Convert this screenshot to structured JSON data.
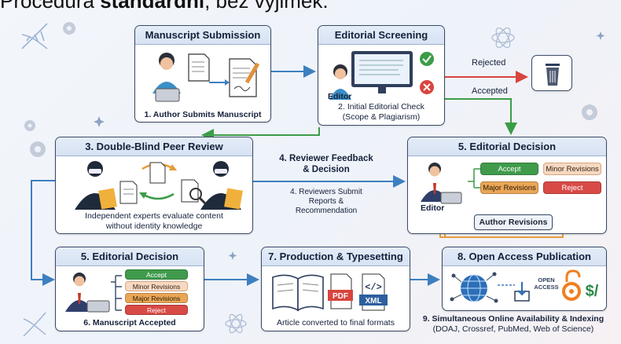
{
  "header": {
    "prefix": "Procedura ",
    "bold": "standardní",
    "suffix": ", bez výjimek."
  },
  "stage_submission": {
    "title": "Manuscript Submission",
    "caption": "1. Author Submits Manuscript"
  },
  "stage_screening": {
    "title": "Editorial Screening",
    "editor_label": "Editor",
    "caption_line1": "2. Initial Editorial Check",
    "caption_line2": "(Scope & Plagiarism)"
  },
  "branch": {
    "rejected": "Rejected",
    "accepted": "Accepted"
  },
  "stage_review": {
    "title": "3. Double-Blind Peer Review",
    "caption_line1": "Independent experts evaluate content",
    "caption_line2": "without identity knowledge"
  },
  "feedback": {
    "line1": "4. Reviewer Feedback",
    "line2": "& Decision",
    "sub1": "4. Reviewers Submit",
    "sub2": "Reports &",
    "sub3": "Recommendation"
  },
  "stage_decision_top": {
    "title": "5. Editorial Decision",
    "editor_label": "Editor",
    "accept": "Accept",
    "minor": "Minor Revisions",
    "major": "Major Revisions",
    "reject": "Reject",
    "author_revisions": "Author Revisions"
  },
  "stage_decision_bottom": {
    "title": "5. Editorial Decision",
    "accept": "Accept",
    "minor": "Minor Revisions",
    "major": "Major Revisions",
    "reject": "Reject",
    "caption": "6. Manuscript Accepted"
  },
  "stage_production": {
    "title": "7. Production & Typesetting",
    "pdf": "PDF",
    "xml": "XML",
    "code": "</>",
    "caption": "Article converted to final formats"
  },
  "stage_publication": {
    "title": "8. Open Access Publication",
    "oa_line1": "OPEN",
    "oa_line2": "ACCESS",
    "dollar": "$/",
    "caption_line1": "9. Simultaneous Online Availability & Indexing",
    "caption_line2": "(DOAJ, Crossref, PubMed, Web of Science)"
  },
  "colors": {
    "arrow_blue": "#3d7fc1",
    "arrow_red": "#d8443e",
    "arrow_green": "#3c9c48",
    "arrow_orange": "#e79a3b",
    "frame": "#3a4a66"
  },
  "icons": [
    "dna-icon",
    "gear-icon",
    "atom-icon",
    "sparkle-icon",
    "trash-icon",
    "check-icon",
    "x-icon",
    "laptop-icon",
    "document-icon",
    "magnifier-icon",
    "book-icon",
    "globe-icon",
    "open-access-icon"
  ]
}
